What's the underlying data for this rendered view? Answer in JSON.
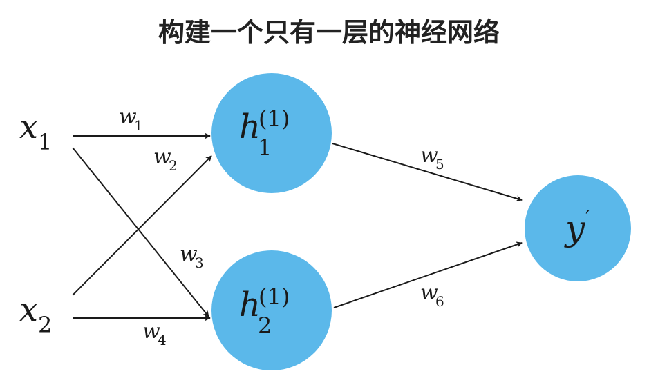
{
  "title": "构建一个只有一层的神经网络",
  "colors": {
    "node_fill": "#5bb8ea",
    "edge": "#1a1a1a",
    "text": "#1a1a1a"
  },
  "inputs": [
    {
      "symbol": "x",
      "subscript": "1"
    },
    {
      "symbol": "x",
      "subscript": "2"
    }
  ],
  "hidden": [
    {
      "symbol": "h",
      "subscript": "1",
      "superscript": "(1)"
    },
    {
      "symbol": "h",
      "subscript": "2",
      "superscript": "(1)"
    }
  ],
  "output": {
    "symbol": "y",
    "prime": "′"
  },
  "weights": [
    {
      "symbol": "w",
      "subscript": "1"
    },
    {
      "symbol": "w",
      "subscript": "2"
    },
    {
      "symbol": "w",
      "subscript": "3"
    },
    {
      "symbol": "w",
      "subscript": "4"
    },
    {
      "symbol": "w",
      "subscript": "5"
    },
    {
      "symbol": "w",
      "subscript": "6"
    }
  ]
}
